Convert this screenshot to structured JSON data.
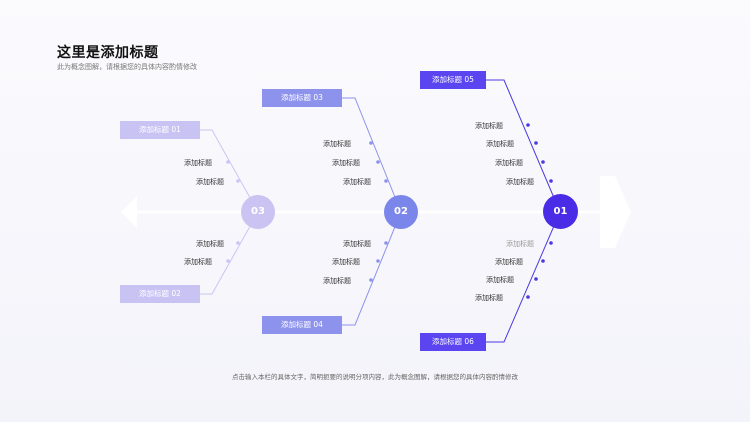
{
  "header": {
    "title": "这里是添加标题",
    "subtitle": "此为概念图解，请根据您的具体内容酌情修改"
  },
  "nodes": {
    "n1": "01",
    "n2": "02",
    "n3": "03"
  },
  "branches": {
    "b1": {
      "label": "添加标题 01",
      "items": [
        "添加标题",
        "添加标题"
      ]
    },
    "b2": {
      "label": "添加标题 02",
      "items": [
        "添加标题",
        "添加标题"
      ]
    },
    "b3": {
      "label": "添加标题 03",
      "items": [
        "添加标题",
        "添加标题",
        "添加标题"
      ]
    },
    "b4": {
      "label": "添加标题 04",
      "items": [
        "添加标题",
        "添加标题",
        "添加标题"
      ]
    },
    "b5": {
      "label": "添加标题 05",
      "items": [
        "添加标题",
        "添加标题",
        "添加标题",
        "添加标题"
      ]
    },
    "b6": {
      "label": "添加标题 06",
      "items": [
        "添加标题",
        "添加标题",
        "添加标题",
        "添加标题"
      ]
    }
  },
  "footer": "点击输入本栏的具体文字，简明扼要的说明分项内容，此为概念图解，请根据您的具体内容酌情修改",
  "colors": {
    "light": "#c9c3f3",
    "medium": "#8d93ec",
    "dark": "#5a45f0",
    "node_dark": "#4a2be6"
  }
}
